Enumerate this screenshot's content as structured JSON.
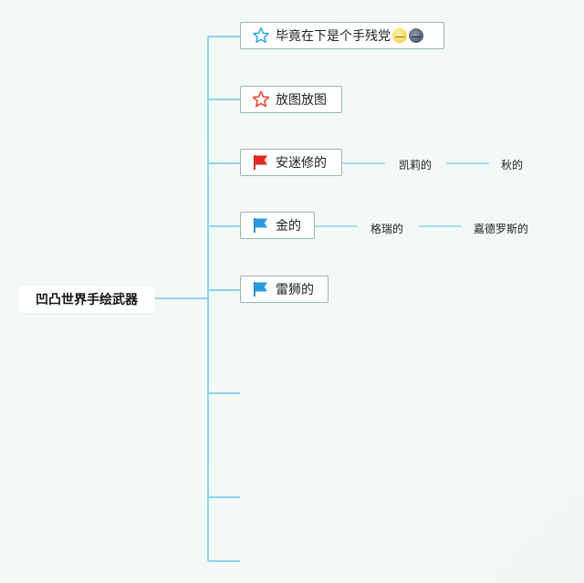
{
  "root": {
    "label": "凹凸世界手绘武器"
  },
  "branches": [
    {
      "label": "毕竟在下是个手残党",
      "icon": "star-outline-icon",
      "color": "#2aa7e0",
      "extra_icons": [
        "sun-face-emoji-icon",
        "moon-face-emoji-icon"
      ]
    },
    {
      "label": "放图放图",
      "icon": "star-outline-icon",
      "color": "#e84a3c"
    },
    {
      "label": "安迷修的",
      "icon": "flag-icon",
      "color": "#e52a1e",
      "children": [
        "凯莉的",
        "秋的"
      ]
    },
    {
      "label": "金的",
      "icon": "flag-icon",
      "color": "#2a9be0",
      "children": [
        "格瑞的",
        "嘉德罗斯的"
      ]
    },
    {
      "label": "雷狮的",
      "icon": "flag-icon",
      "color": "#2a9be0"
    }
  ],
  "colors": {
    "connector": "#8dd3ee",
    "node_border": "#9cb4ad"
  }
}
